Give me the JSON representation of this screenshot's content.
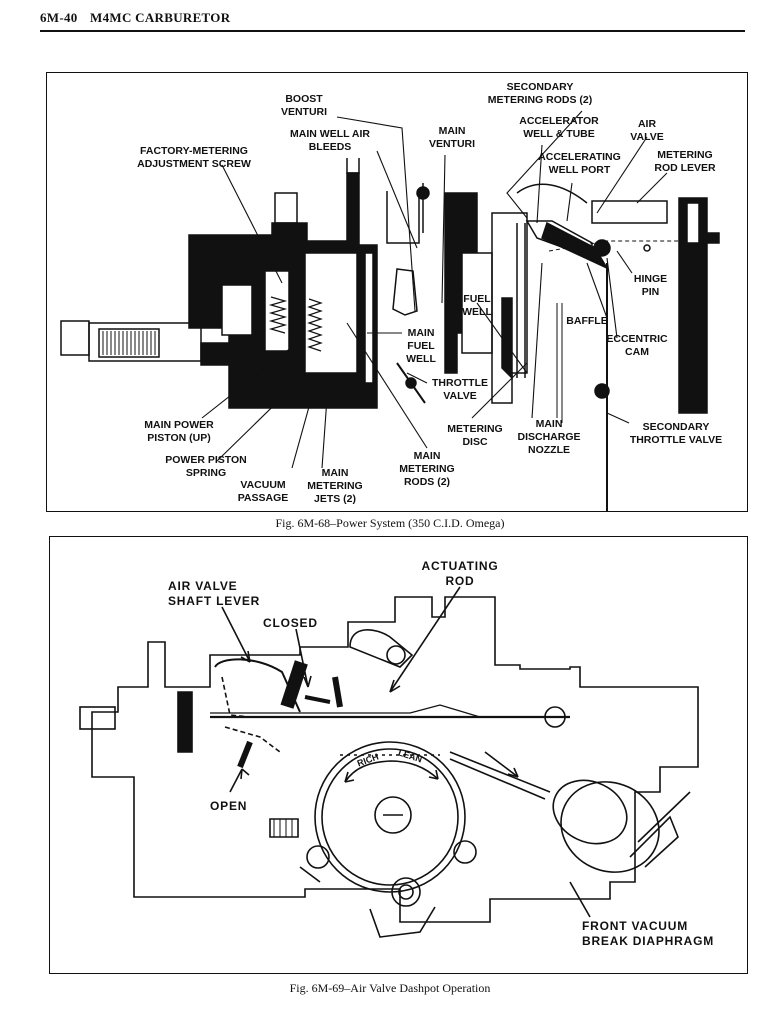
{
  "page_header": {
    "page_number": "6M-40",
    "section_title": "M4MC CARBURETOR"
  },
  "figure1": {
    "caption": "Fig. 6M-68–Power System (350 C.I.D. Omega)",
    "labels": {
      "boost_venturi": "BOOST\nVENTURI",
      "main_well_air_bleeds": "MAIN WELL AIR\nBLEEDS",
      "main_venturi": "MAIN\nVENTURI",
      "secondary_metering_rods": "SECONDARY\nMETERING RODS (2)",
      "accelerator_well_tube": "ACCELERATOR\nWELL & TUBE",
      "air_valve": "AIR\nVALVE",
      "factory_metering_screw": "FACTORY-METERING\nADJUSTMENT SCREW",
      "accelerating_well_port": "ACCELERATING\nWELL PORT",
      "metering_rod_lever": "METERING\nROD LEVER",
      "hinge_pin": "HINGE\nPIN",
      "fuel_well": "FUEL\nWELL",
      "baffle": "BAFFLE",
      "eccentric_cam": "ECCENTRIC\nCAM",
      "main_fuel_well": "MAIN\nFUEL\nWELL",
      "throttle_valve": "THROTTLE\nVALVE",
      "main_power_piston": "MAIN POWER\nPISTON (UP)",
      "metering_disc": "METERING\nDISC",
      "main_discharge_nozzle": "MAIN\nDISCHARGE\nNOZZLE",
      "secondary_throttle_valve": "SECONDARY\nTHROTTLE VALVE",
      "power_piston_spring": "POWER PISTON\nSPRING",
      "main_metering_rods": "MAIN\nMETERING\nRODS (2)",
      "vacuum_passage": "VACUUM\nPASSAGE",
      "main_metering_jets": "MAIN\nMETERING\nJETS (2)"
    }
  },
  "figure2": {
    "caption": "Fig. 6M-69–Air Valve Dashpot Operation",
    "labels": {
      "actuating_rod": "ACTUATING\nROD",
      "air_valve_shaft_lever": "AIR VALVE\nSHAFT LEVER",
      "closed": "CLOSED",
      "open": "OPEN",
      "front_vacuum_break": "FRONT VACUUM\nBREAK DIAPHRAGM",
      "rich": "RICH",
      "lean": "LEAN"
    }
  }
}
